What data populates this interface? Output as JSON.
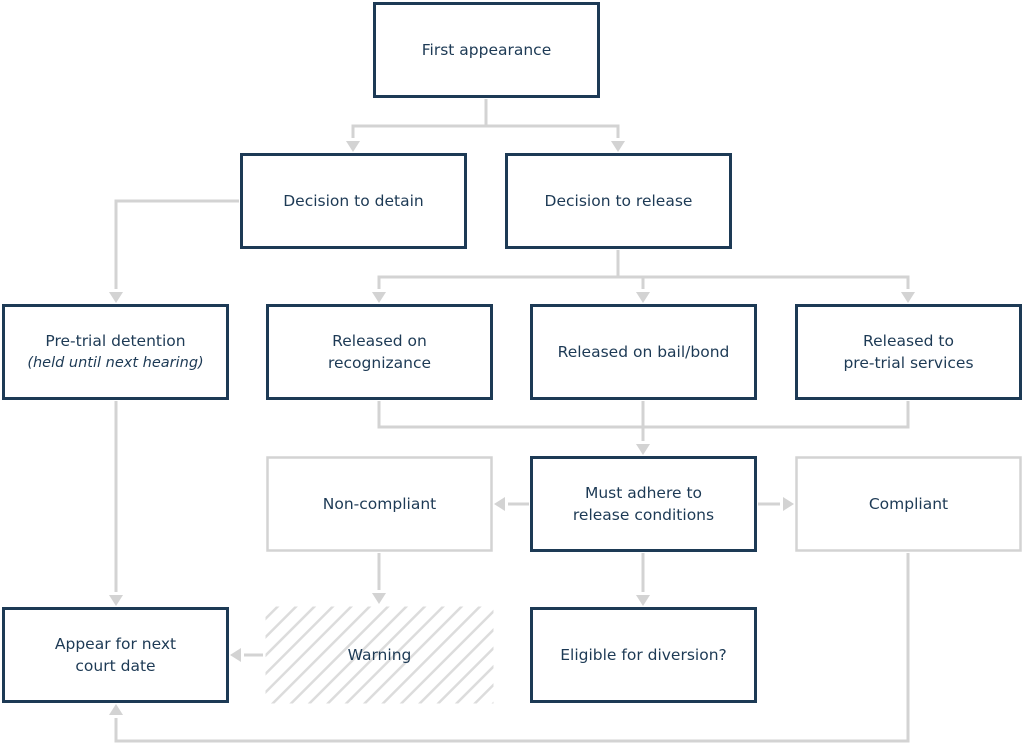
{
  "nodes": {
    "first_appearance": {
      "lines": [
        "First appearance"
      ]
    },
    "decision_to_detain": {
      "lines": [
        "Decision to detain"
      ]
    },
    "decision_to_release": {
      "lines": [
        "Decision to release"
      ]
    },
    "pretrial_detention": {
      "lines": [
        "Pre-trial detention"
      ],
      "note": "(held until next hearing)"
    },
    "released_on_recognizance": {
      "lines": [
        "Released on",
        "recognizance"
      ]
    },
    "released_on_bail_bond": {
      "lines": [
        "Released on bail/bond"
      ]
    },
    "released_to_pretrial_services": {
      "lines": [
        "Released to",
        "pre-trial services"
      ]
    },
    "non_compliant": {
      "lines": [
        "Non-compliant"
      ]
    },
    "must_adhere": {
      "lines": [
        "Must adhere to",
        "release conditions"
      ]
    },
    "compliant": {
      "lines": [
        "Compliant"
      ]
    },
    "appear_next_court_date": {
      "lines": [
        "Appear for next",
        "court date"
      ]
    },
    "warning": {
      "lines": [
        "Warning"
      ]
    },
    "eligible_for_diversion": {
      "lines": [
        "Eligible for diversion?"
      ]
    }
  },
  "colors": {
    "primary_border": "#1d3a55",
    "secondary_border": "#d3d3d3",
    "connector": "#d3d3d3",
    "hatch": "#dcdcdc",
    "text": "#1d3a55"
  }
}
